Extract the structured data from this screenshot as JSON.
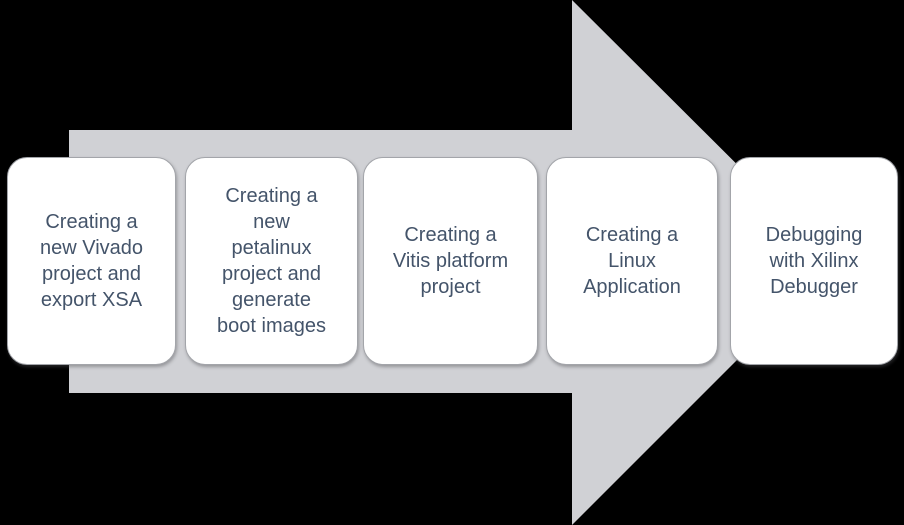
{
  "diagram": {
    "type": "process-flow-arrow",
    "direction": "right",
    "steps": [
      {
        "label": "Creating a\nnew Vivado\nproject and\nexport XSA"
      },
      {
        "label": "Creating a\nnew\npetalinux\nproject and\ngenerate\nboot images"
      },
      {
        "label": "Creating a\nVitis platform\nproject"
      },
      {
        "label": "Creating a\nLinux\nApplication"
      },
      {
        "label": "Debugging\nwith Xilinx\nDebugger"
      }
    ],
    "colors": {
      "background": "#000000",
      "arrow_fill": "#D0D1D5",
      "box_fill": "#FFFFFF",
      "box_border": "#A3A5AA",
      "text": "#44546A"
    }
  }
}
